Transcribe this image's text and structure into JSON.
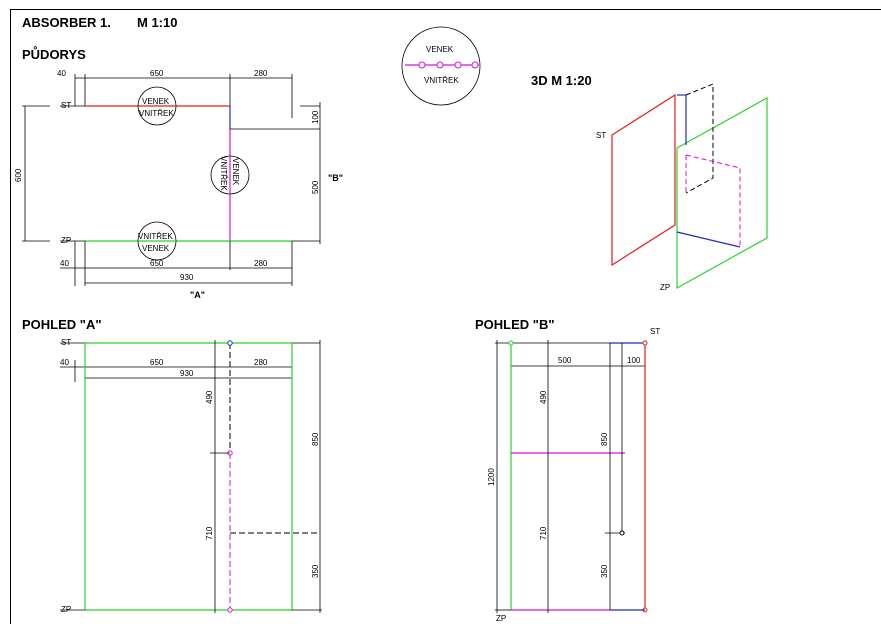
{
  "header": {
    "title": "ABSORBER 1.",
    "scale": "M 1:10"
  },
  "plan": {
    "title": "PŮDORYS",
    "st": "ST",
    "zp": "ZP",
    "dims": {
      "top_left": "40",
      "top_mid": "650",
      "top_right": "280",
      "right_small": "100",
      "left_height": "600",
      "right_height": "500",
      "bottom_left": "40",
      "bottom_mid": "650",
      "bottom_right": "280",
      "total": "930"
    },
    "view_a_label": "\"A\"",
    "view_b_label": "\"B\"",
    "circle_top": {
      "upper": "VENEK",
      "lower": "VNITŘEK"
    },
    "circle_mid": {
      "upper": "VENEK",
      "lower": "VNITŘEK"
    },
    "circle_bottom": {
      "upper": "VNITŘEK",
      "lower": "VENEK"
    }
  },
  "legend": {
    "upper": "VENEK",
    "lower": "VNITŘEK"
  },
  "view3d": {
    "title": "3D   M 1:20",
    "st": "ST",
    "zp": "ZP"
  },
  "view_a": {
    "title": "POHLED \"A\"",
    "st": "ST",
    "zp": "ZP",
    "dims": {
      "left_small": "40",
      "mid": "650",
      "right": "280",
      "total": "930",
      "upper": "490",
      "lower": "710",
      "right_upper": "850",
      "right_lower": "350"
    }
  },
  "view_b": {
    "title": "POHLED \"B\"",
    "st": "ST",
    "zp": "ZP",
    "dims": {
      "width": "500",
      "small": "100",
      "height": "1200",
      "upper": "490",
      "lower": "710",
      "right_upper": "850",
      "right_lower": "350"
    }
  },
  "colors": {
    "red": "#e0201b",
    "green": "#2bd42b",
    "magenta": "#d414d4",
    "blue": "#1f2fb8",
    "black": "#000000"
  }
}
